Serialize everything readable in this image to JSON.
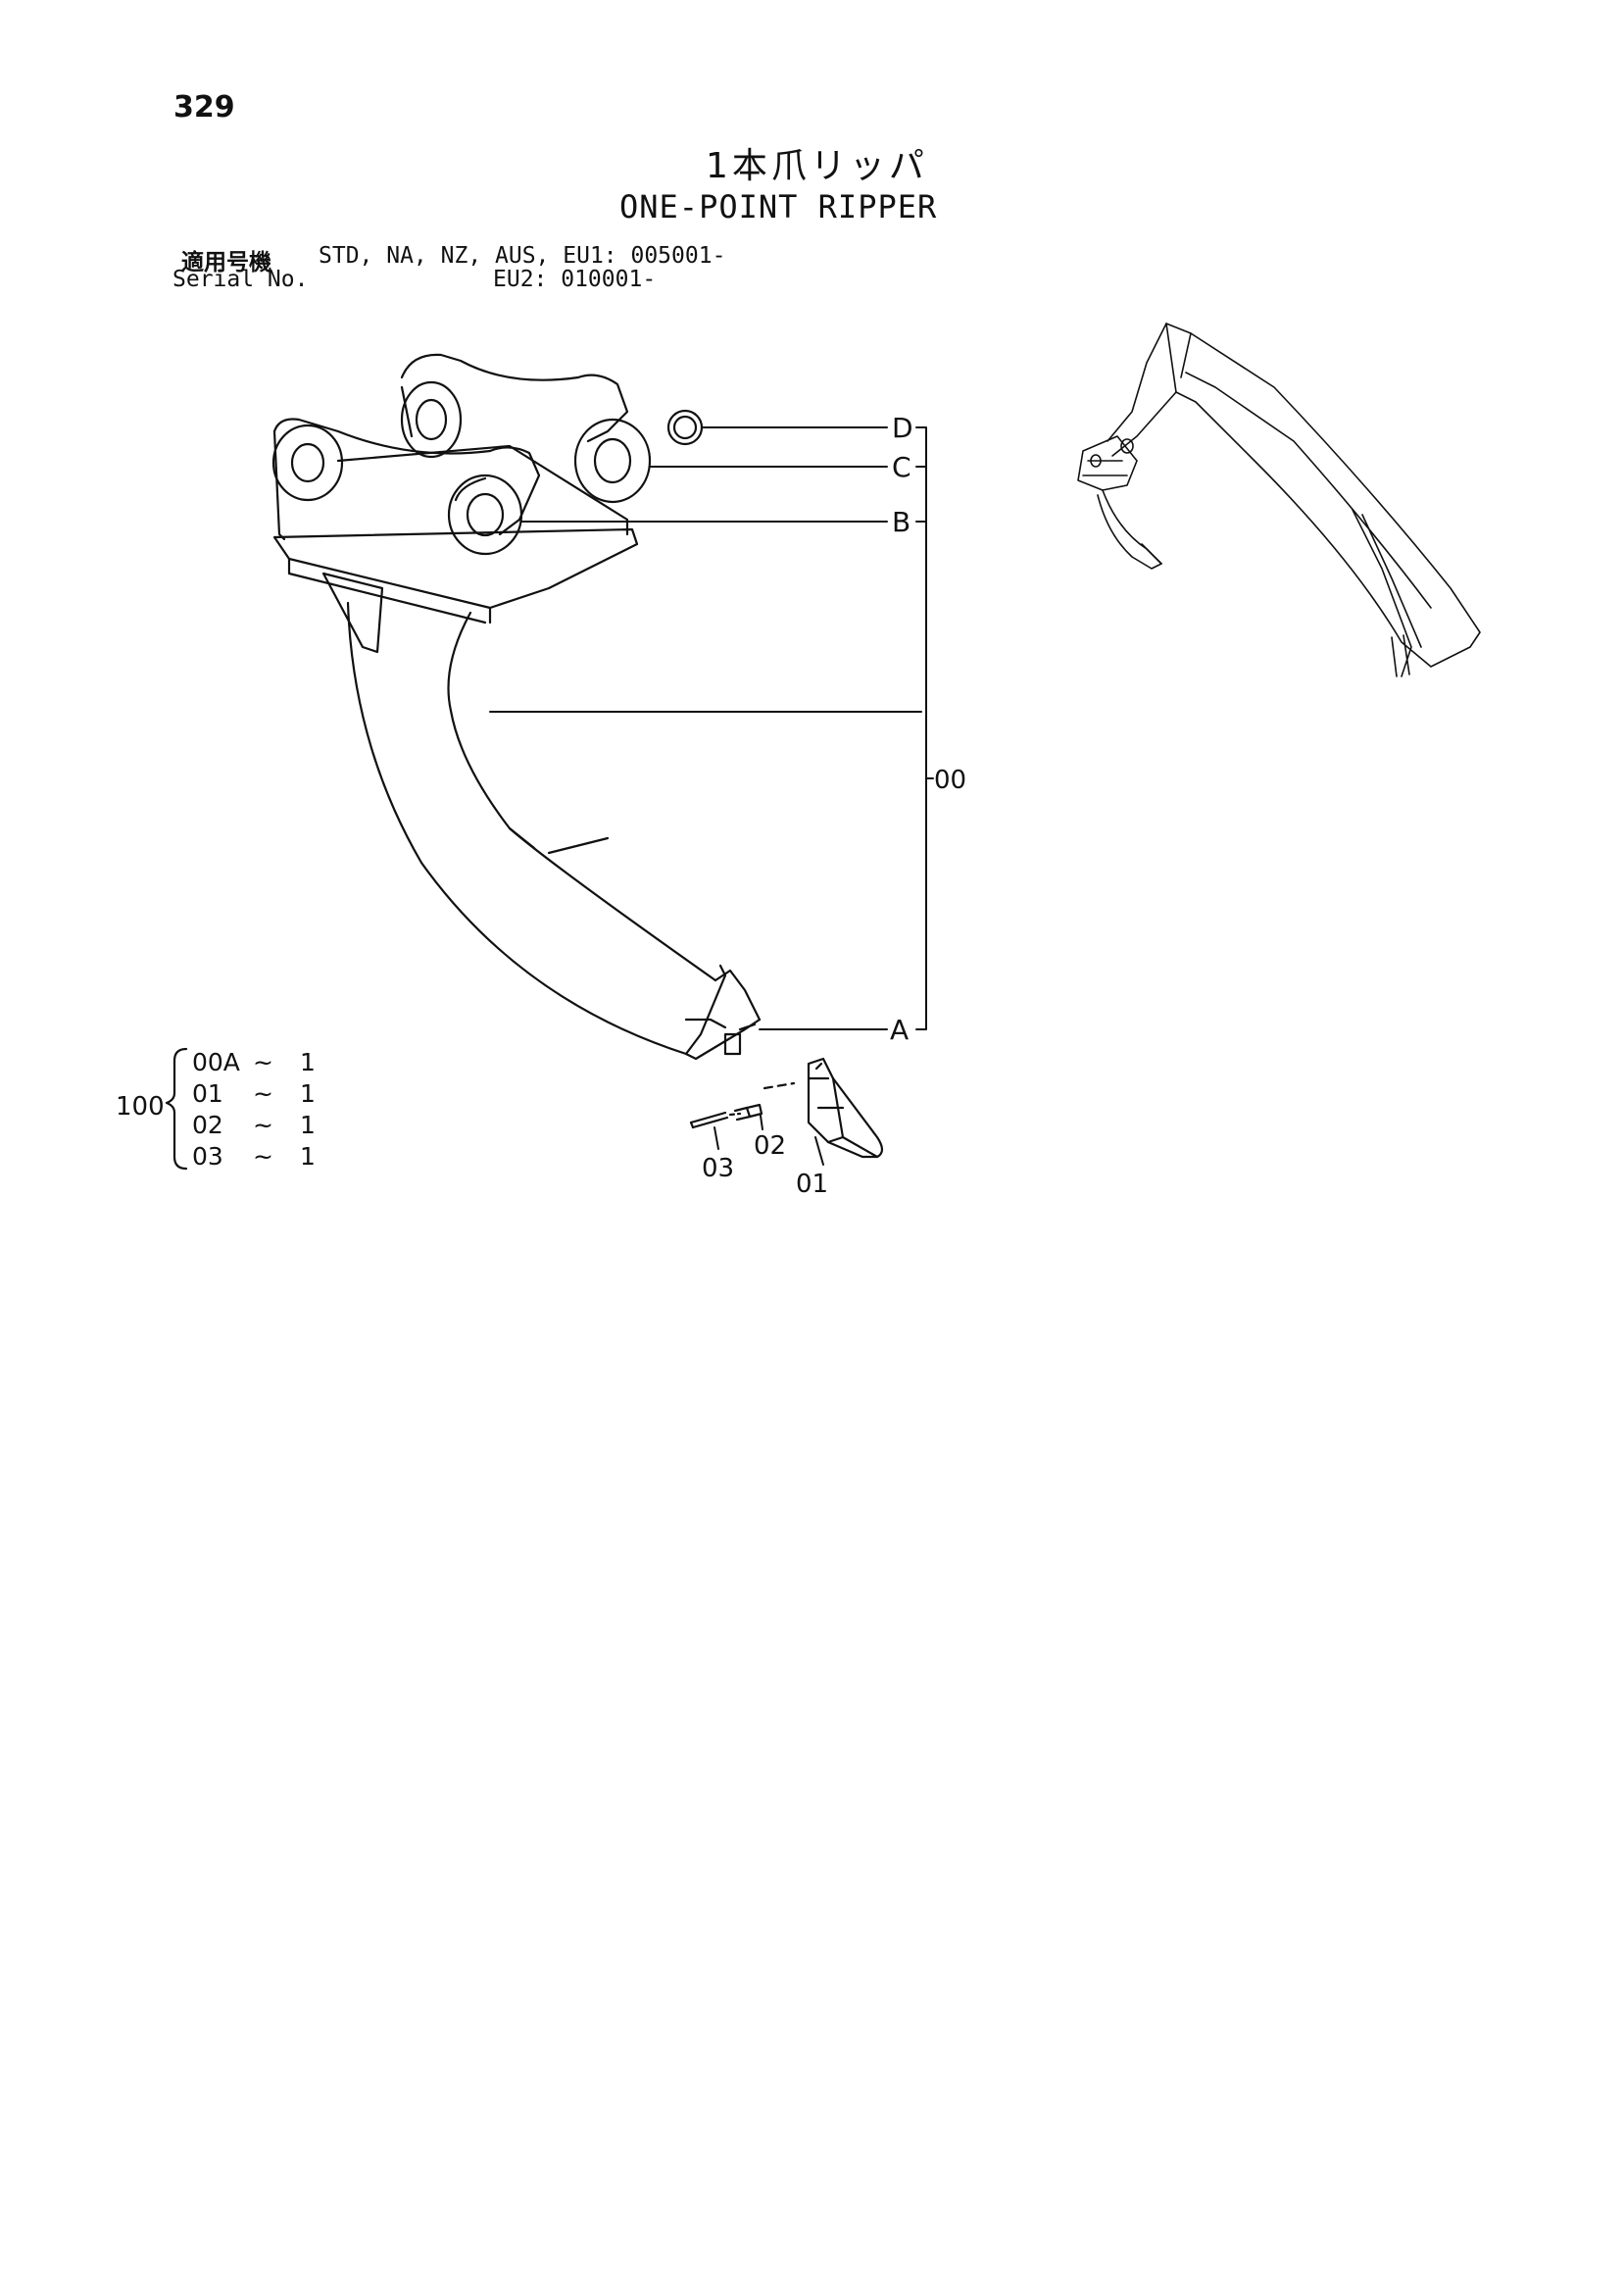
{
  "page": {
    "number": "329"
  },
  "title": {
    "jp": "1本爪リッパ",
    "en": "ONE-POINT RIPPER"
  },
  "serial": {
    "label_jp": "適用号機",
    "label_en": "Serial No.",
    "models_line": "STD, NA, NZ, AUS, EU1: 005001-",
    "eu2_line": "EU2: 010001-"
  },
  "callouts": {
    "D": "D",
    "C": "C",
    "B": "B",
    "A": "A",
    "assembly": "00",
    "part01": "01",
    "part02": "02",
    "part03": "03"
  },
  "kit": {
    "number": "100",
    "rows": [
      {
        "part": "00A",
        "tilde": "~",
        "qty": "1"
      },
      {
        "part": "01",
        "tilde": "~",
        "qty": "1"
      },
      {
        "part": "02",
        "tilde": "~",
        "qty": "1"
      },
      {
        "part": "03",
        "tilde": "~",
        "qty": "1"
      }
    ]
  }
}
